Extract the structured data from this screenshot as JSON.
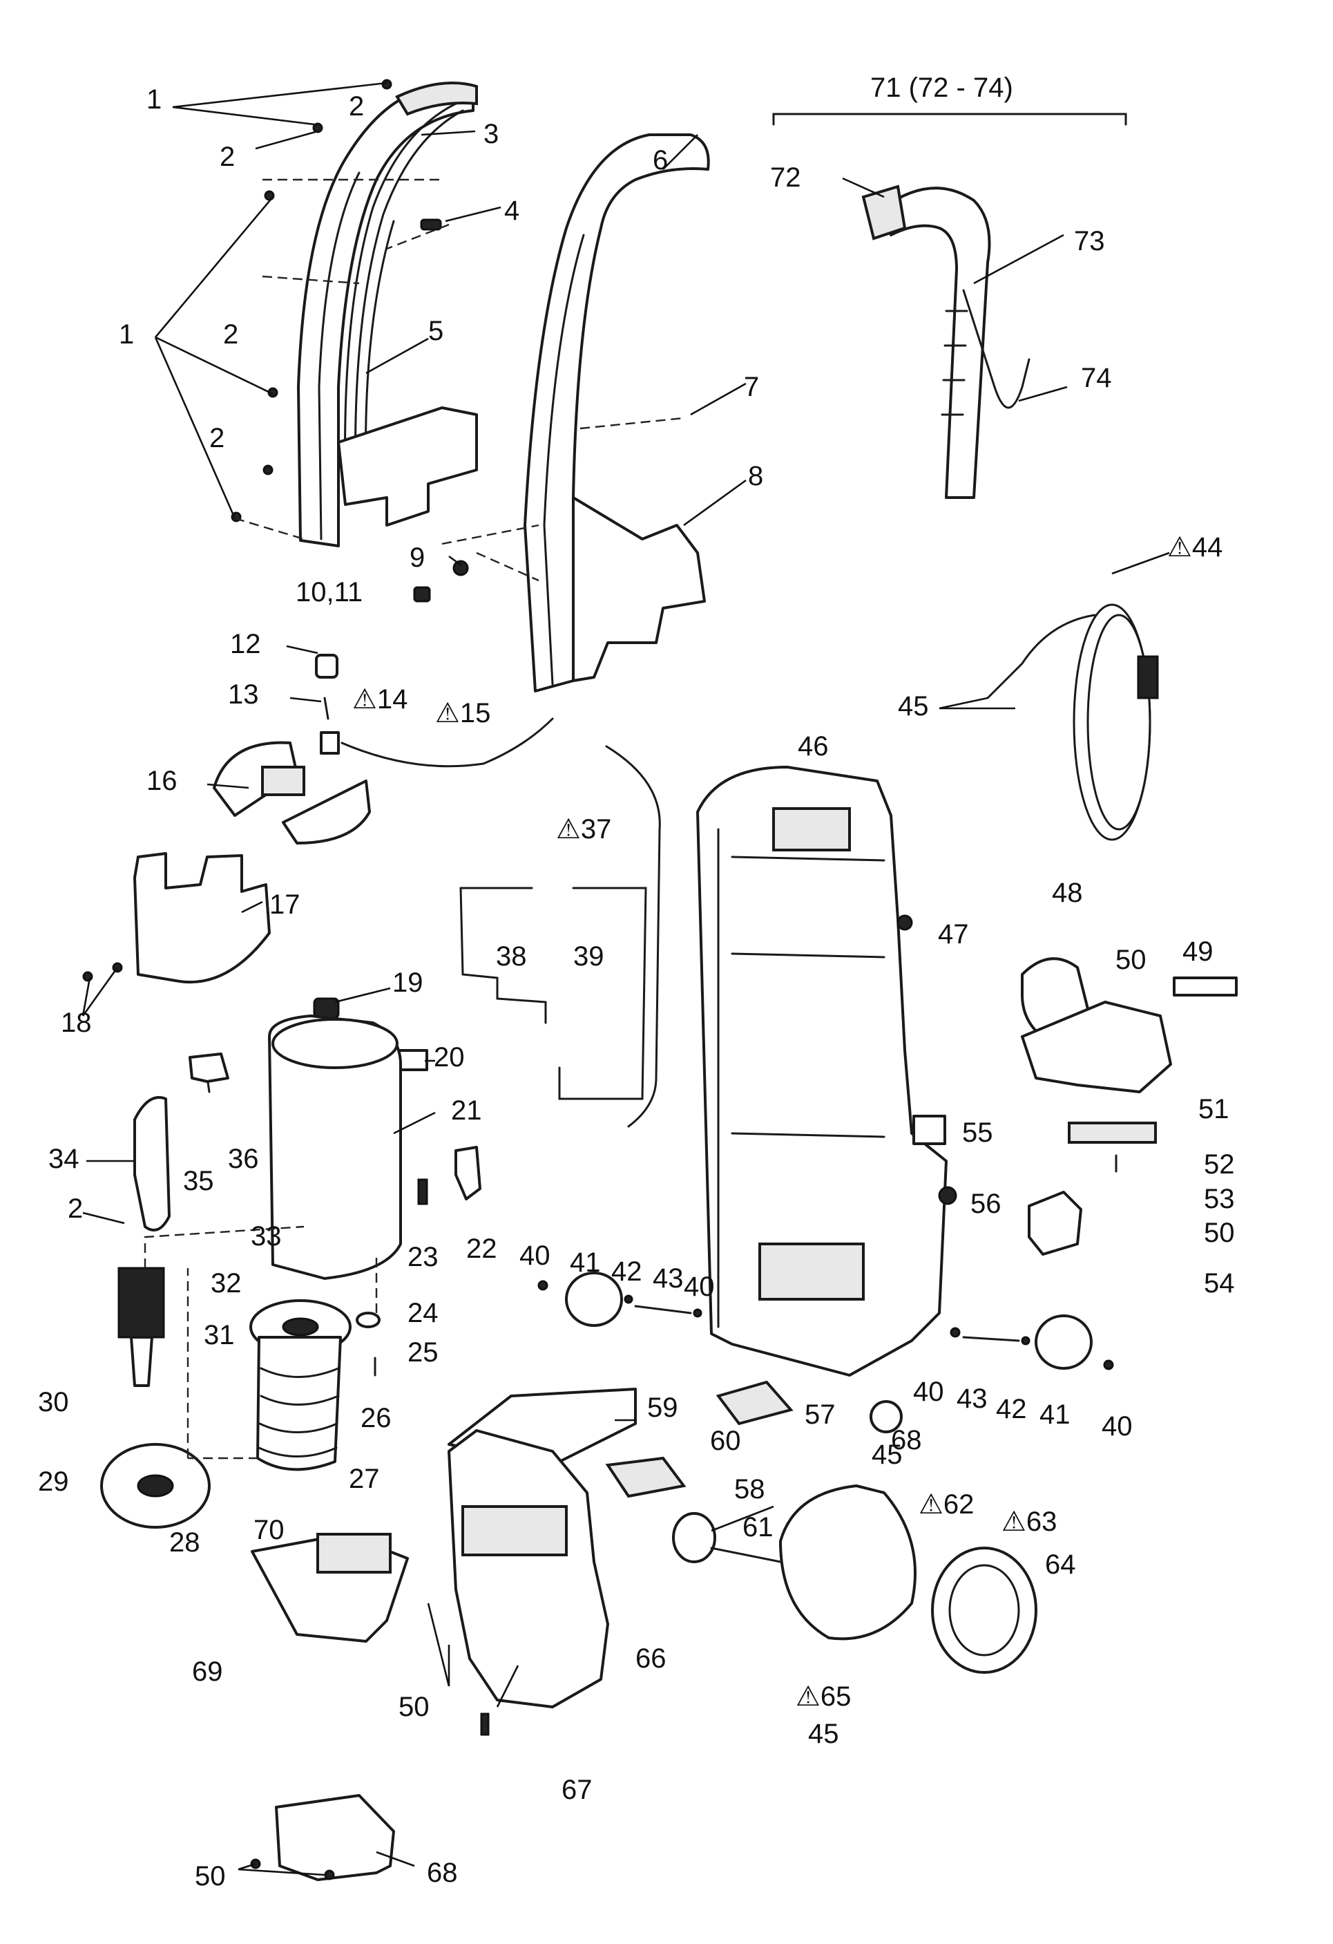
{
  "labels": [
    {
      "id": "l1a",
      "text": "1"
    },
    {
      "id": "l2a",
      "text": "2"
    },
    {
      "id": "l3",
      "text": "3"
    },
    {
      "id": "l2b",
      "text": "2"
    },
    {
      "id": "l4",
      "text": "4"
    },
    {
      "id": "l1b",
      "text": "1"
    },
    {
      "id": "l2c",
      "text": "2"
    },
    {
      "id": "l5",
      "text": "5"
    },
    {
      "id": "l2d",
      "text": "2"
    },
    {
      "id": "l6",
      "text": "6"
    },
    {
      "id": "l7",
      "text": "7"
    },
    {
      "id": "l8",
      "text": "8"
    },
    {
      "id": "l9",
      "text": "9"
    },
    {
      "id": "l1011",
      "text": "10,11"
    },
    {
      "id": "l71",
      "text": "71 (72 - 74)"
    },
    {
      "id": "l72",
      "text": "72"
    },
    {
      "id": "l73",
      "text": "73"
    },
    {
      "id": "l74",
      "text": "74"
    },
    {
      "id": "l44",
      "text": "⚠44"
    },
    {
      "id": "l45a",
      "text": "45"
    },
    {
      "id": "l12",
      "text": "12"
    },
    {
      "id": "l13",
      "text": "13"
    },
    {
      "id": "l14",
      "text": "⚠14"
    },
    {
      "id": "l15",
      "text": "⚠15"
    },
    {
      "id": "l16",
      "text": "16"
    },
    {
      "id": "l17",
      "text": "17"
    },
    {
      "id": "l18",
      "text": "18"
    },
    {
      "id": "l37",
      "text": "⚠37"
    },
    {
      "id": "l38",
      "text": "38"
    },
    {
      "id": "l39",
      "text": "39"
    },
    {
      "id": "l46",
      "text": "46"
    },
    {
      "id": "l47",
      "text": "47"
    },
    {
      "id": "l48",
      "text": "48"
    },
    {
      "id": "l49",
      "text": "49"
    },
    {
      "id": "l50a",
      "text": "50"
    },
    {
      "id": "l51",
      "text": "51"
    },
    {
      "id": "l52",
      "text": "52"
    },
    {
      "id": "l53",
      "text": "53"
    },
    {
      "id": "l50b",
      "text": "50"
    },
    {
      "id": "l54",
      "text": "54"
    },
    {
      "id": "l55",
      "text": "55"
    },
    {
      "id": "l56",
      "text": "56"
    },
    {
      "id": "l19",
      "text": "19"
    },
    {
      "id": "l20",
      "text": "20"
    },
    {
      "id": "l21",
      "text": "21"
    },
    {
      "id": "l34",
      "text": "34"
    },
    {
      "id": "l35",
      "text": "35"
    },
    {
      "id": "l36",
      "text": "36"
    },
    {
      "id": "l2e",
      "text": "2"
    },
    {
      "id": "l22",
      "text": "22"
    },
    {
      "id": "l23",
      "text": "23"
    },
    {
      "id": "l33",
      "text": "33"
    },
    {
      "id": "l32",
      "text": "32"
    },
    {
      "id": "l31",
      "text": "31"
    },
    {
      "id": "l24",
      "text": "24"
    },
    {
      "id": "l25",
      "text": "25"
    },
    {
      "id": "l30",
      "text": "30"
    },
    {
      "id": "l26",
      "text": "26"
    },
    {
      "id": "l27",
      "text": "27"
    },
    {
      "id": "l29",
      "text": "29"
    },
    {
      "id": "l28",
      "text": "28"
    },
    {
      "id": "l40a",
      "text": "40"
    },
    {
      "id": "l41a",
      "text": "41"
    },
    {
      "id": "l42a",
      "text": "42"
    },
    {
      "id": "l43a",
      "text": "43"
    },
    {
      "id": "l40b",
      "text": "40"
    },
    {
      "id": "l40c",
      "text": "40"
    },
    {
      "id": "l43b",
      "text": "43"
    },
    {
      "id": "l42b",
      "text": "42"
    },
    {
      "id": "l41b",
      "text": "41"
    },
    {
      "id": "l40d",
      "text": "40"
    },
    {
      "id": "l57",
      "text": "57"
    },
    {
      "id": "l68a",
      "text": "68"
    },
    {
      "id": "l59",
      "text": "59"
    },
    {
      "id": "l60",
      "text": "60"
    },
    {
      "id": "l45b",
      "text": "45"
    },
    {
      "id": "l62",
      "text": "⚠62"
    },
    {
      "id": "l63",
      "text": "⚠63"
    },
    {
      "id": "l58",
      "text": "58"
    },
    {
      "id": "l61",
      "text": "61"
    },
    {
      "id": "l64",
      "text": "64"
    },
    {
      "id": "l70",
      "text": "70"
    },
    {
      "id": "l69",
      "text": "69"
    },
    {
      "id": "l66",
      "text": "66"
    },
    {
      "id": "l50c",
      "text": "50"
    },
    {
      "id": "l65",
      "text": "⚠65"
    },
    {
      "id": "l45c",
      "text": "45"
    },
    {
      "id": "l67",
      "text": "67"
    },
    {
      "id": "l50d",
      "text": "50"
    },
    {
      "id": "l68b",
      "text": "68"
    }
  ]
}
